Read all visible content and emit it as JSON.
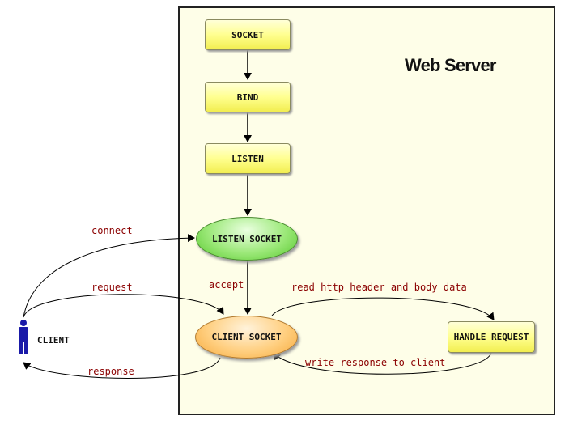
{
  "title": "Web Server",
  "nodes": {
    "socket": "SOCKET",
    "bind": "BIND",
    "listen": "LISTEN",
    "listen_socket": "LISTEN SOCKET",
    "client_socket": "CLIENT SOCKET",
    "handle_request": "HANDLE REQUEST",
    "client": "CLIENT"
  },
  "edges": {
    "connect": "connect",
    "request": "request",
    "response": "response",
    "accept": "accept",
    "read": "read http header and body data",
    "write": "write response to client"
  },
  "colors": {
    "server_bg": "#fefee8",
    "edge_label": "#8b0000",
    "client_figure": "#1a1aa8"
  }
}
